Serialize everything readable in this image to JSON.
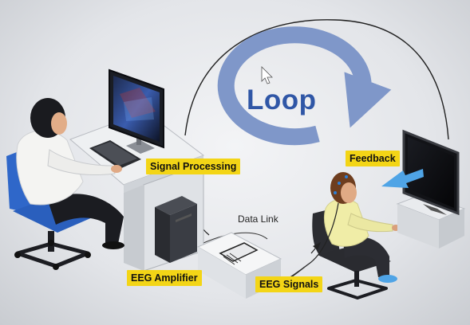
{
  "loop_label": "Loop",
  "labels": {
    "signal_processing": "Signal Processing",
    "feedback": "Feedback",
    "data_link": "Data Link",
    "eeg_amplifier": "EEG Amplifier",
    "eeg_signals": "EEG Signals"
  },
  "colors": {
    "label_fill": "#f3d516",
    "loop_arrow": "#7f97c9",
    "loop_text": "#2f56a6",
    "chair_blue": "#2f67c9",
    "feedback_arrow": "#4fa4e6"
  }
}
